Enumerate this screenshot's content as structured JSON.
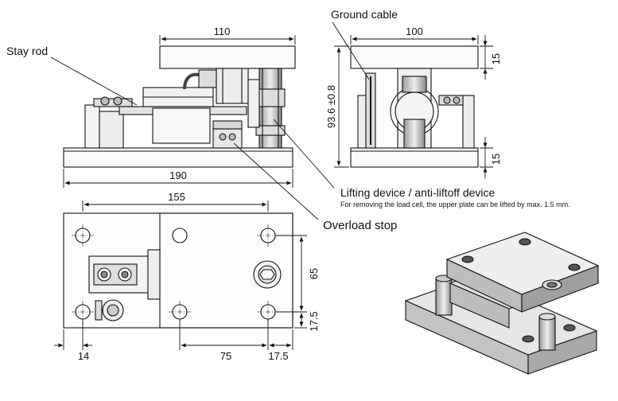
{
  "callouts": {
    "stay_rod": "Stay rod",
    "ground_cable": "Ground cable",
    "lifting_device": "Lifting device / anti-liftoff device",
    "lifting_note": "For removing the load cell, the upper plate can be lifted by max. 1.5 mm.",
    "overload_stop": "Overload stop"
  },
  "dimensions": {
    "side_top_width": "110",
    "side_base_width": "190",
    "front_width": "100",
    "front_top_plate": "15",
    "front_bottom_plate": "15",
    "front_height": "93.6 ±0.8",
    "plan_hole_span": "155",
    "plan_edge_x": "14",
    "plan_span_x": "75",
    "plan_edge_right": "17.5",
    "plan_span_y": "65",
    "plan_edge_y": "17.5"
  }
}
